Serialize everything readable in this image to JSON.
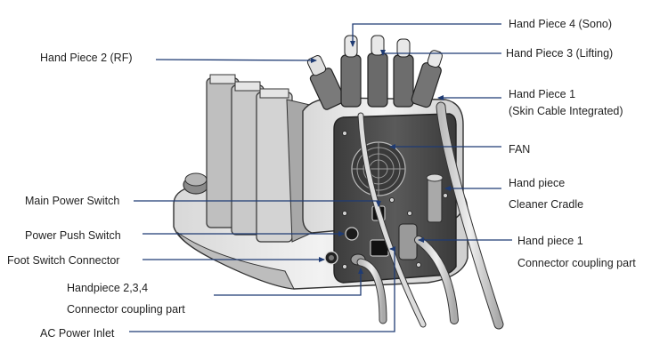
{
  "labels": {
    "hand_piece_2": "Hand Piece 2 (RF)",
    "hand_piece_4": "Hand Piece 4 (Sono)",
    "hand_piece_3": "Hand Piece 3 (Lifting)",
    "hand_piece_1_line1": "Hand Piece 1",
    "hand_piece_1_line2": "(Skin Cable Integrated)",
    "fan": "FAN",
    "cleaner_cradle_line1": "Hand piece",
    "cleaner_cradle_line2": "Cleaner Cradle",
    "main_power_switch": "Main Power Switch",
    "power_push_switch": "Power Push Switch",
    "foot_switch_connector": "Foot Switch Connector",
    "handpiece_234_line1": "Handpiece 2,3,4",
    "handpiece_234_line2": "Connector coupling part",
    "hp1_coupling_line1": "Hand piece 1",
    "hp1_coupling_line2": "Connector coupling part",
    "ac_power_inlet": "AC Power Inlet"
  },
  "colors": {
    "arrow": "#1f3b73",
    "body_light": "#e9e9e9",
    "body_mid": "#cfcfcf",
    "panel_dark": "#4a4a4a",
    "outline": "#333333"
  }
}
